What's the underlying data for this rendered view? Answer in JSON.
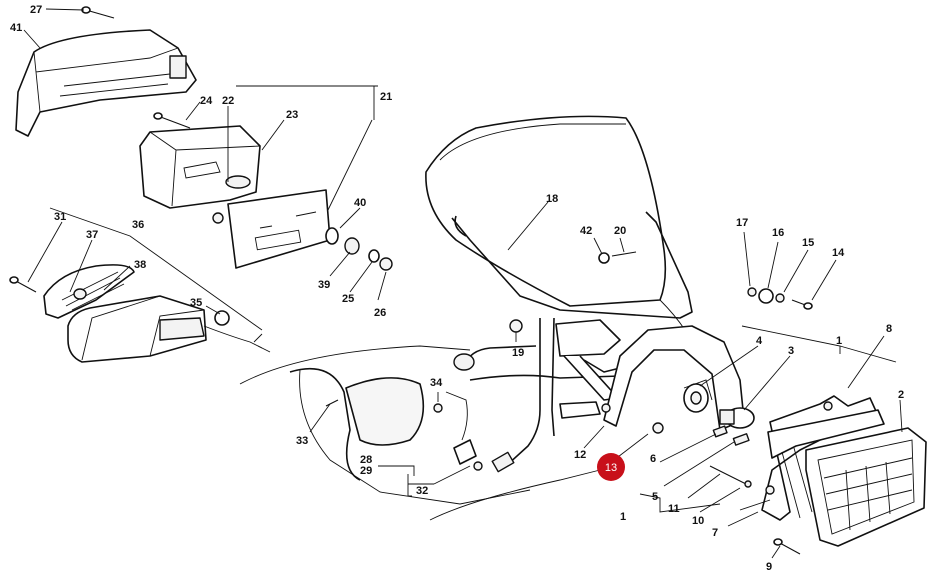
{
  "labels": {
    "p27": "27",
    "p41": "41",
    "p24": "24",
    "p22": "22",
    "p23": "23",
    "p21": "21",
    "p31": "31",
    "p36": "36",
    "p37": "37",
    "p38": "38",
    "p35": "35",
    "p40": "40",
    "p39": "39",
    "p25": "25",
    "p26": "26",
    "p18": "18",
    "p42": "42",
    "p20": "20",
    "p17": "17",
    "p16": "16",
    "p15": "15",
    "p14": "14",
    "p19": "19",
    "p8": "8",
    "p1a": "1",
    "p4": "4",
    "p3": "3",
    "p2": "2",
    "p34": "34",
    "p33": "33",
    "p28": "28",
    "p29": "29",
    "p32": "32",
    "p12": "12",
    "p6": "6",
    "p5": "5",
    "p11": "11",
    "p10": "10",
    "p7": "7",
    "p1b": "1",
    "p9": "9"
  },
  "highlight": {
    "label": "13",
    "color": "#c8101a"
  }
}
